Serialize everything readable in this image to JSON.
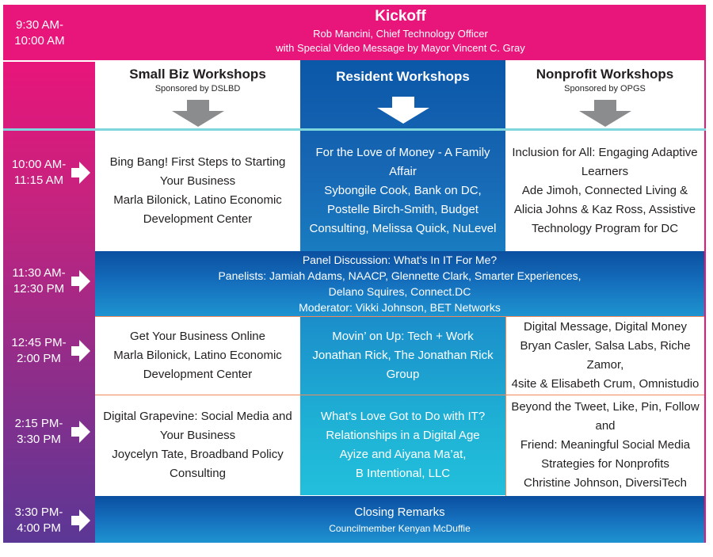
{
  "kickoff": {
    "time_start": "9:30 AM-",
    "time_end": "10:00 AM",
    "title": "Kickoff",
    "line1": "Rob Mancini, Chief Technology Officer",
    "line2": "with Special Video Message by Mayor Vincent C. Gray"
  },
  "tracks": [
    {
      "title": "Small Biz Workshops",
      "sponsor": "Sponsored by DSLBD"
    },
    {
      "title": "Resident Workshops",
      "sponsor": ""
    },
    {
      "title": "Nonprofit Workshops",
      "sponsor": "Sponsored by OPGS"
    }
  ],
  "sessions": [
    {
      "time_start": "10:00 AM-",
      "time_end": "11:15 AM",
      "small": [
        "Bing Bang! First Steps to Starting",
        "Your Business",
        "Marla Bilonick, Latino Economic",
        "Development Center"
      ],
      "resident": [
        "For the Love of Money - A Family",
        "Affair",
        "Sybongile Cook, Bank on DC,",
        "Postelle Birch-Smith, Budget",
        "Consulting, Melissa Quick, NuLevel"
      ],
      "nonprofit": [
        "Inclusion for All: Engaging Adaptive",
        "Learners",
        "Ade Jimoh, Connected Living &",
        "Alicia Johns & Kaz Ross, Assistive",
        "Technology Program for DC"
      ]
    },
    {
      "time_start": "12:45 PM-",
      "time_end": "2:00 PM",
      "small": [
        "Get Your Business Online",
        "Marla Bilonick, Latino Economic",
        "Development Center"
      ],
      "resident": [
        "Movin’ on Up: Tech + Work",
        "Jonathan Rick, The Jonathan Rick",
        "Group"
      ],
      "nonprofit": [
        "Digital Message, Digital Money",
        "Bryan Casler, Salsa Labs, Riche Zamor,",
        "4site & Elisabeth Crum, Omnistudio"
      ]
    },
    {
      "time_start": "2:15 PM-",
      "time_end": "3:30 PM",
      "small": [
        "Digital Grapevine: Social Media and",
        "Your Business",
        "Joycelyn Tate, Broadband Policy",
        "Consulting"
      ],
      "resident": [
        "What’s Love Got to Do with IT?",
        "Relationships in a Digital Age",
        "Ayize and Aiyana Ma’at,",
        "B Intentional, LLC"
      ],
      "nonprofit": [
        "Beyond the Tweet, Like, Pin, Follow and",
        "Friend: Meaningful Social Media",
        "Strategies for Nonprofits",
        "Christine Johnson, DiversiTech"
      ]
    }
  ],
  "panel": {
    "time_start": "11:30 AM-",
    "time_end": "12:30 PM",
    "lines": [
      "Panel Discussion: What’s In IT For Me?",
      "Panelists: Jamiah Adams, NAACP, Glennette Clark, Smarter Experiences,",
      "Delano Squires, Connect.DC",
      "Moderator: Vikki Johnson, BET Networks"
    ]
  },
  "closing": {
    "time_start": "3:30 PM-",
    "time_end": "4:00 PM",
    "title": "Closing Remarks",
    "subtitle": "Councilmember Kenyan McDuffie"
  },
  "colors": {
    "magenta": "#e8157a",
    "blue": "#0b57a8",
    "cyan": "#22bfdc",
    "purple": "#5b3795",
    "separator": "#f08a5d"
  }
}
